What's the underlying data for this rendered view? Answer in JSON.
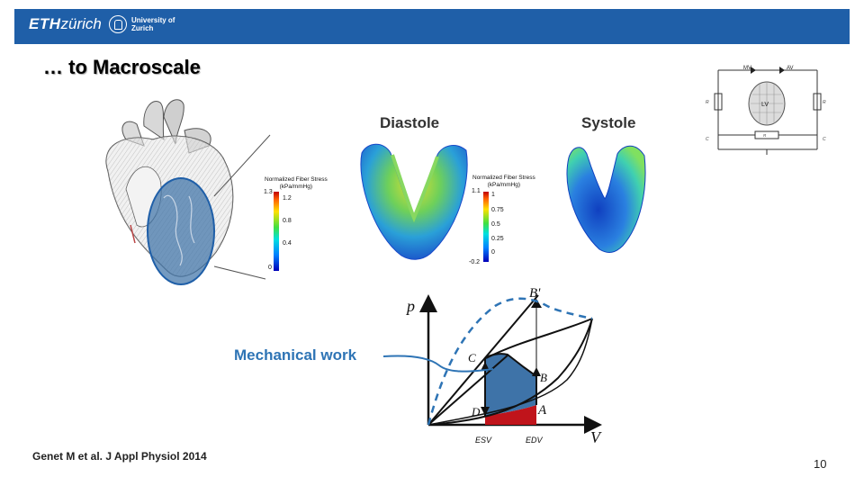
{
  "header": {
    "eth_bold": "ETH",
    "eth_rest": "zürich",
    "uzh_line1": "University of",
    "uzh_line2": "Zurich",
    "uzh_mark": "UZH"
  },
  "slide": {
    "title": "… to Macroscale",
    "diastole_label": "Diastole",
    "systole_label": "Systole",
    "mechanical_work_label": "Mechanical work",
    "citation": "Genet M et al. J Appl Physiol 2014",
    "page_number": "10"
  },
  "colorbar_left": {
    "title_line1": "Normalized Fiber Stress",
    "title_line2": "(kPa/mmHg)",
    "max_label": "1.3",
    "ticks": [
      "1.2",
      "0.8",
      "0.4"
    ],
    "min_label": "0"
  },
  "colorbar_right": {
    "title_line1": "Normalized Fiber Stress",
    "title_line2": "(kPa/mmHg)",
    "max_label": "1.1",
    "ticks": [
      "1",
      "0.75",
      "0.5",
      "0.25",
      "0"
    ],
    "min_label": "-0.2"
  },
  "circuit": {
    "mv": "MV",
    "av": "AV",
    "lv": "LV",
    "r_ven": "R",
    "r_art": "R",
    "r_per": "R",
    "c_ven": "C",
    "c_art": "C"
  },
  "pv_loop": {
    "p_label": "p",
    "v_label": "V",
    "point_a": "A",
    "point_b": "B",
    "point_b_prime": "B'",
    "point_c": "C",
    "point_d": "D",
    "esv": "ESV",
    "edv": "EDV"
  },
  "colors": {
    "header_blue": "#1f5fa8",
    "work_blue": "#3e73a8",
    "work_red": "#c0141b",
    "label_blue": "#2e74b5"
  }
}
